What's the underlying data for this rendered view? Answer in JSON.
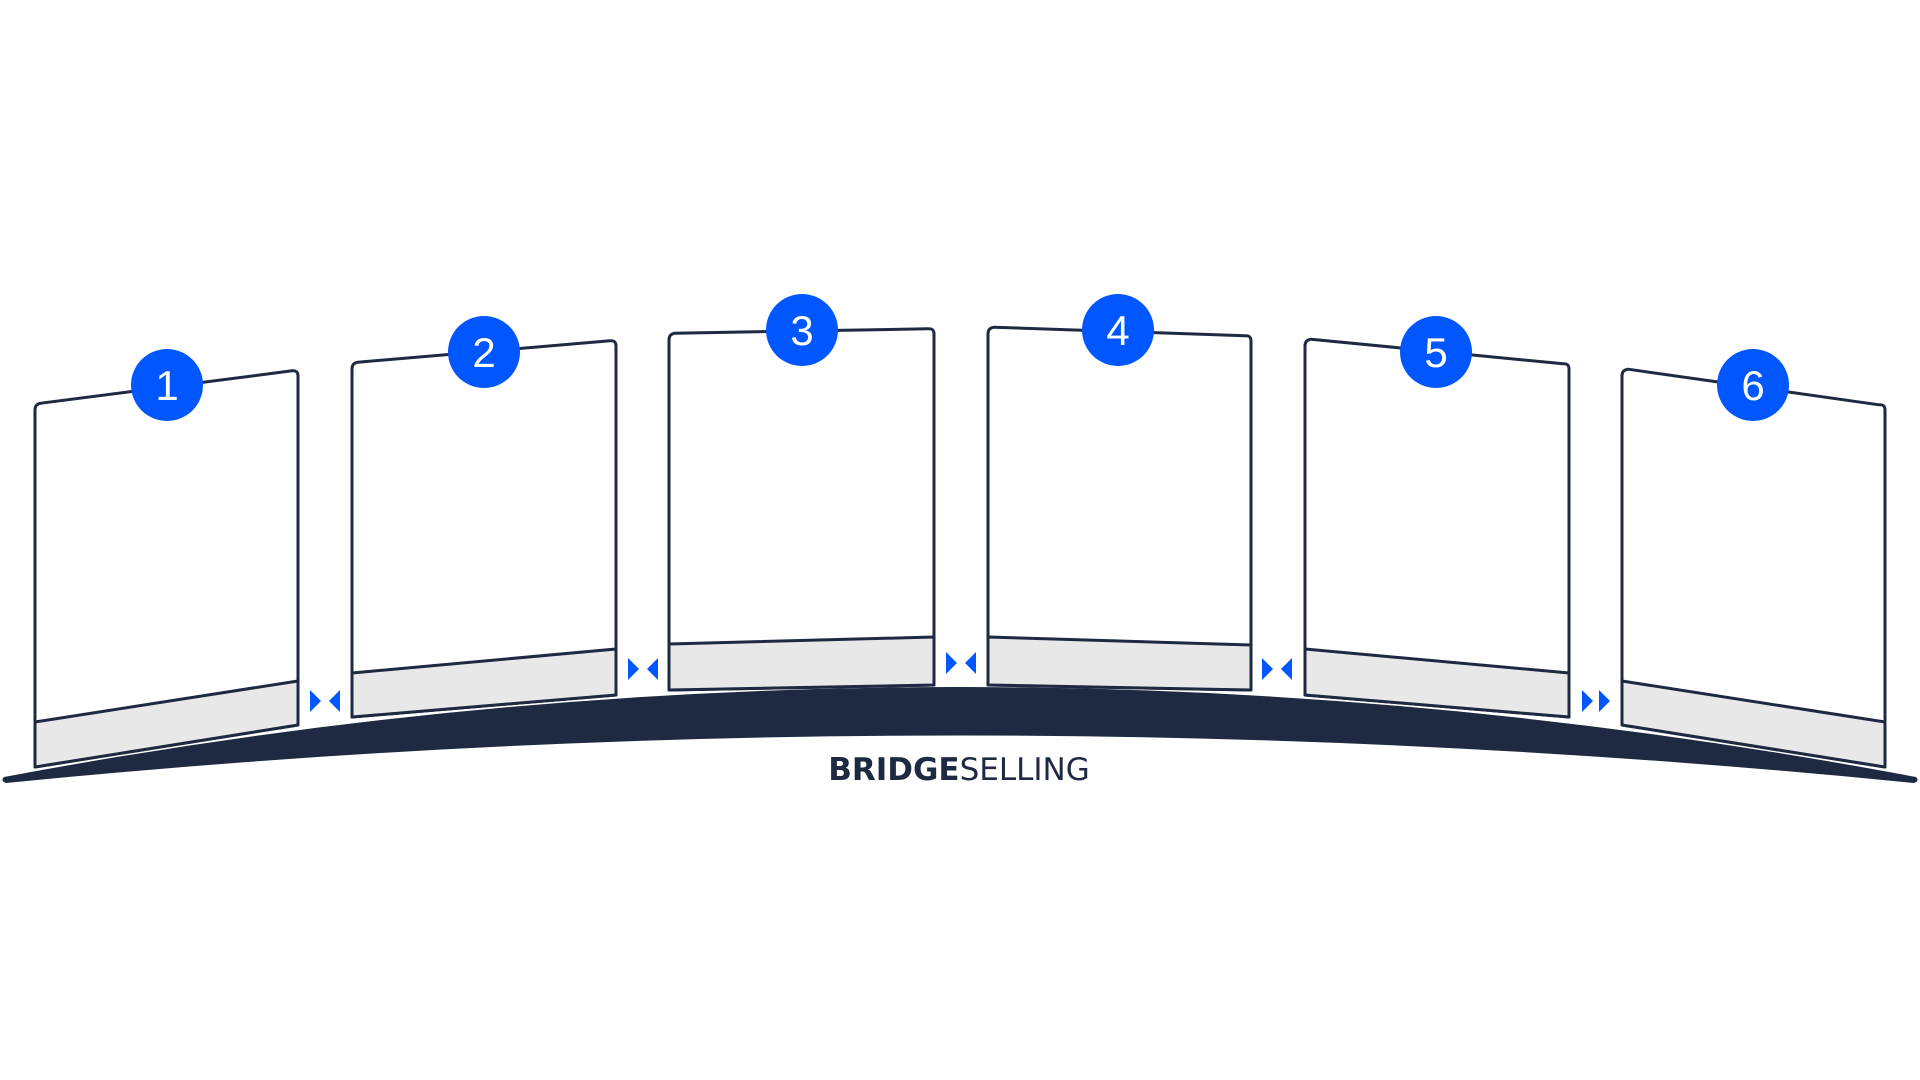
{
  "colors": {
    "accent": "#0057ff",
    "deck": "#1e2a42",
    "band": "#e8e8e8",
    "outline": "#1e2a42"
  },
  "panels": [
    {
      "number": "1",
      "badge_icon": "number-badge"
    },
    {
      "number": "2",
      "badge_icon": "number-badge"
    },
    {
      "number": "3",
      "badge_icon": "number-badge"
    },
    {
      "number": "4",
      "badge_icon": "number-badge"
    },
    {
      "number": "5",
      "badge_icon": "number-badge"
    },
    {
      "number": "6",
      "badge_icon": "number-badge"
    }
  ],
  "connectors": [
    {
      "direction": "converge",
      "icon": "bowtie-arrows-icon"
    },
    {
      "direction": "converge",
      "icon": "bowtie-arrows-icon"
    },
    {
      "direction": "converge",
      "icon": "bowtie-arrows-icon"
    },
    {
      "direction": "converge",
      "icon": "bowtie-arrows-icon"
    },
    {
      "direction": "forward",
      "icon": "double-right-arrows-icon"
    }
  ],
  "brand": {
    "bold": "BRIDGE",
    "light": "SELLING"
  }
}
